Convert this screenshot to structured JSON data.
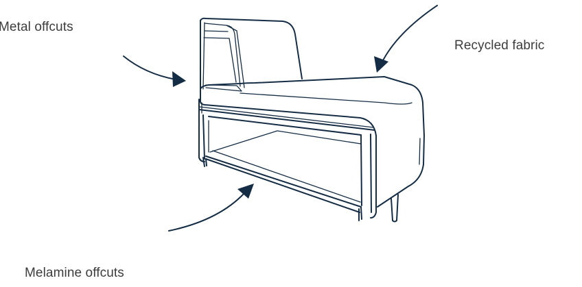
{
  "labels": {
    "metal": "Metal offcuts",
    "fabric": "Recycled fabric",
    "melamine": "Melamine offcuts"
  },
  "colors": {
    "line": "#142c44",
    "text": "#3c3c3c",
    "background": "#ffffff"
  }
}
